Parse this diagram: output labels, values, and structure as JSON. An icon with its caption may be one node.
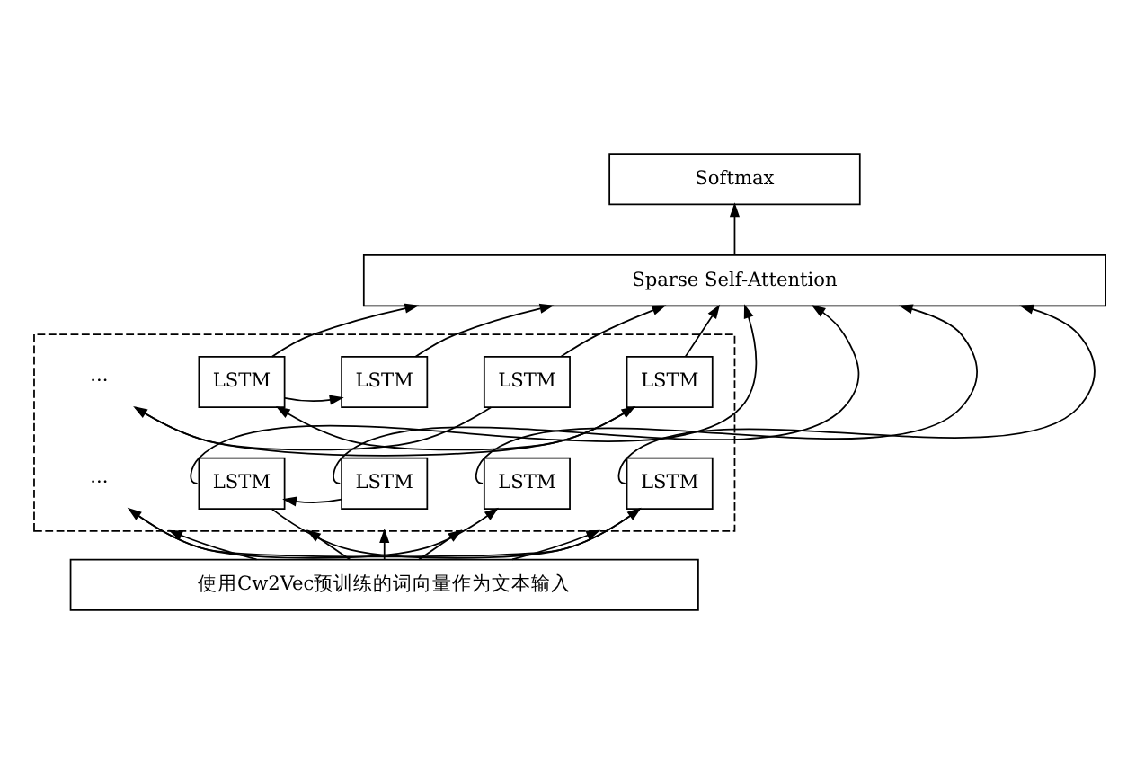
{
  "diagram": {
    "nodes": [
      {
        "text": [
          "Softmax"
        ]
      },
      {
        "text": [
          "Sparse Self-Attention"
        ]
      },
      {
        "text": [],
        "shape": "box"
      },
      {
        "text": [
          "LSTM"
        ],
        "in": 2
      },
      {
        "text": [
          "LSTM"
        ],
        "in": 2
      },
      {
        "text": [
          "LSTM"
        ],
        "in": 2
      },
      {
        "text": [
          "···"
        ],
        "in": 2
      },
      {
        "text": [
          "LSTM"
        ],
        "in": 2
      },
      {
        "text": [
          "LSTM"
        ],
        "in": 2
      },
      {
        "text": [
          "LSTM"
        ],
        "in": 2
      },
      {
        "text": [
          "LSTM"
        ],
        "in": 2
      },
      {
        "text": [
          "···"
        ],
        "in": 2
      },
      {
        "text": [
          "LSTM"
        ],
        "in": 2
      },
      {
        "text": [
          "使用Cw2Vec预训练的词向量作为文本输入"
        ]
      }
    ],
    "edges": [
      {
        "from": 1,
        "to": 0,
        "arrow": "to"
      },
      {
        "from": 3,
        "to": 1,
        "arrow": "to"
      },
      {
        "from": 4,
        "to": 1,
        "arrow": "to"
      },
      {
        "from": 5,
        "to": 1,
        "arrow": "to"
      },
      {
        "from": 7,
        "to": 1,
        "arrow": "to"
      },
      {
        "from": 8,
        "to": 1,
        "arrow": "to"
      },
      {
        "from": 9,
        "to": 1,
        "arrow": "to"
      },
      {
        "from": 10,
        "to": 1,
        "arrow": "to"
      },
      {
        "from": 12,
        "to": 1,
        "arrow": "to"
      },
      {
        "from": 4,
        "to": 3,
        "arrow": "to"
      },
      {
        "from": 5,
        "to": 4,
        "arrow": "to"
      },
      {
        "from": 6,
        "to": 5,
        "arrow": "to"
      },
      {
        "from": 7,
        "to": 6,
        "arrow": "to"
      },
      {
        "from": 8,
        "to": 9,
        "arrow": "to"
      },
      {
        "from": 9,
        "to": 10,
        "arrow": "to"
      },
      {
        "from": 10,
        "to": 11,
        "arrow": "to"
      },
      {
        "from": 11,
        "to": 12,
        "arrow": "to"
      },
      {
        "from": 13,
        "to": 2,
        "arrow": "to"
      },
      {
        "from": 13,
        "to": 2,
        "arrow": "to"
      },
      {
        "from": 13,
        "to": 2,
        "arrow": "to"
      },
      {
        "from": 13,
        "to": 2,
        "arrow": "to"
      },
      {
        "from": 13,
        "to": 2,
        "arrow": "to"
      }
    ]
  }
}
